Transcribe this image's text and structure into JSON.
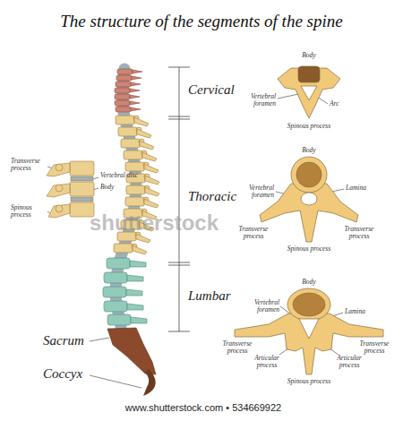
{
  "diagram": {
    "title": "The structure of the segments of the spine",
    "labels": [
      "Cervical",
      "Thoracic",
      "Lumbar",
      "Sacrum",
      "Coccyx",
      "Transverse process",
      "Vertebral disc",
      "Body",
      "Spinous process",
      "Body",
      "Vertebral foramen",
      "Arc",
      "Spinous process",
      "Body",
      "Vertebral foramen",
      "Lamina",
      "Transverse process",
      "Transverse process",
      "Spinous process",
      "Body",
      "Vertebral foramen",
      "Lamina",
      "Transverse process",
      "Transverse process",
      "Articular process",
      "Articular process",
      "Spinous process",
      "shutterstock",
      "www.shutterstock.com • 534669922"
    ]
  }
}
